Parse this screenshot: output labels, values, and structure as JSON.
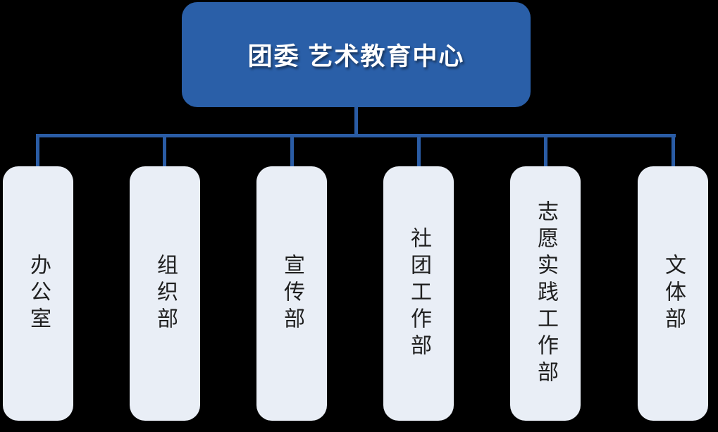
{
  "chart": {
    "type": "org-chart",
    "root": {
      "label": "团委 艺术教育中心"
    },
    "children": [
      {
        "label": "办公室"
      },
      {
        "label": "组织部"
      },
      {
        "label": "宣传部"
      },
      {
        "label": "社团工作部"
      },
      {
        "label": "志愿实践工作部"
      },
      {
        "label": "文体部"
      }
    ],
    "colors": {
      "background": "#000000",
      "root_fill": "#2A5FA8",
      "root_text": "#FFFFFF",
      "connector": "#2A5CA5",
      "child_fill": "#E9EEF6",
      "child_text": "#1F1F1F"
    }
  }
}
